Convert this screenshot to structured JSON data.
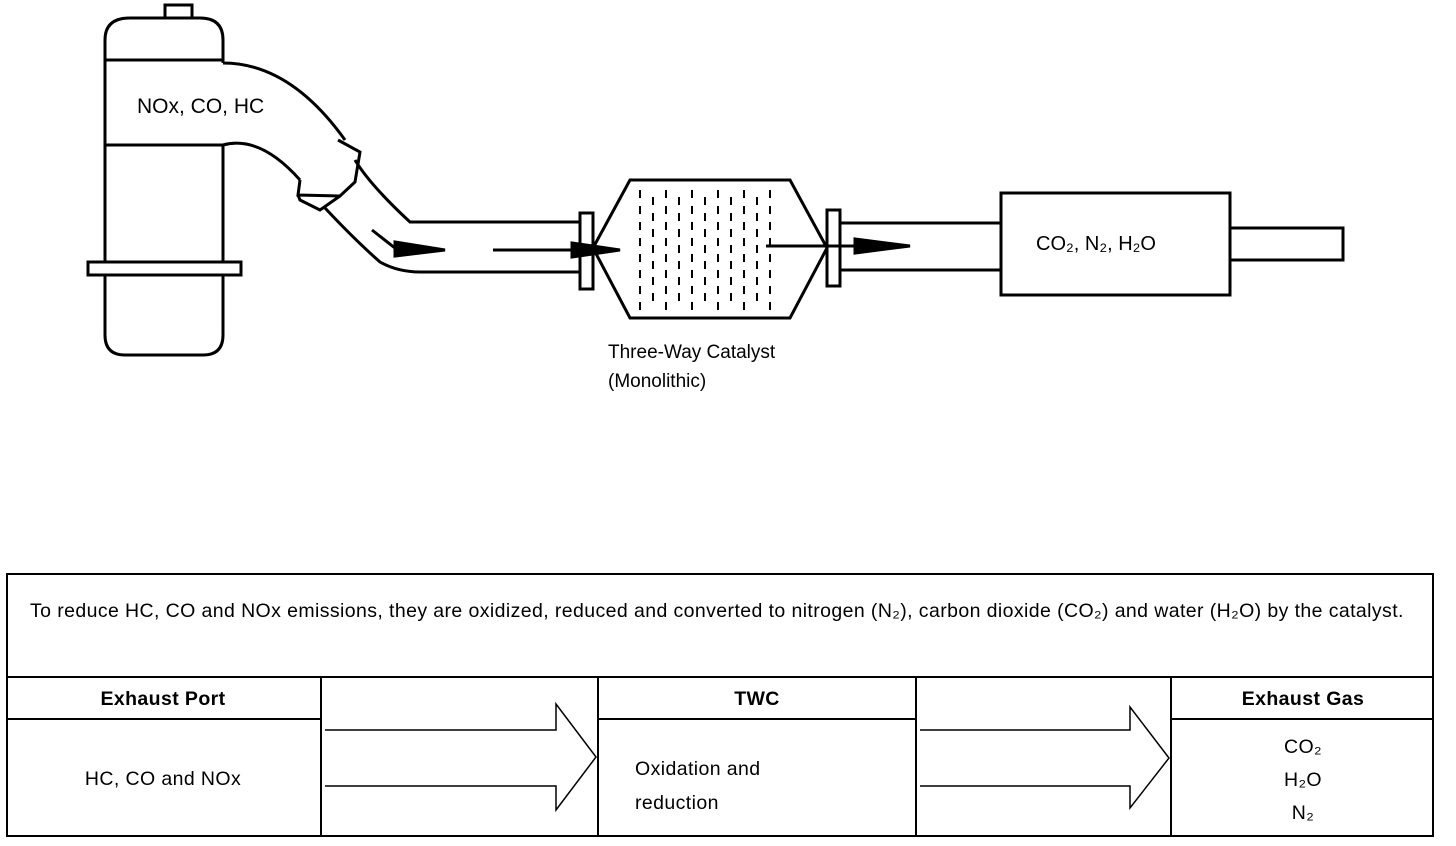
{
  "diagram": {
    "engine_label": "NOx, CO, HC",
    "catalyst_label_line1": "Three-Way Catalyst",
    "catalyst_label_line2": "(Monolithic)",
    "muffler_label": "CO₂, N₂, H₂O"
  },
  "table": {
    "description": "To reduce HC, CO and NOx emissions, they are oxidized, reduced and converted to nitrogen (N₂), carbon dioxide (CO₂) and water (H₂O) by the catalyst.",
    "headers": {
      "exhaust_port": "Exhaust Port",
      "twc": "TWC",
      "exhaust_gas": "Exhaust Gas"
    },
    "exhaust_port_value": "HC, CO and NOx",
    "twc_value": "Oxidation and reduction",
    "exhaust_gas_values": [
      "CO₂",
      "H₂O",
      "N₂"
    ]
  }
}
